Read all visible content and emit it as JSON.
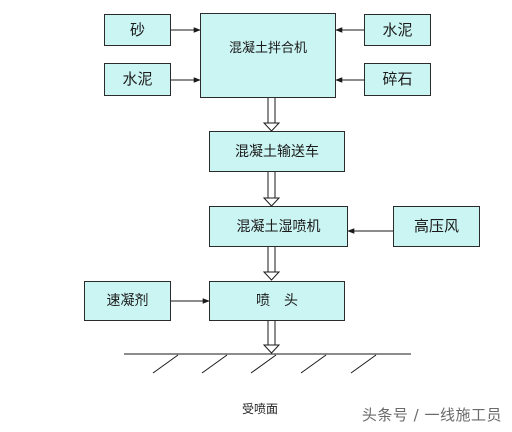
{
  "diagram": {
    "inputs": {
      "sand": "砂",
      "cement_left": "水泥",
      "cement_right": "水泥",
      "gravel": "碎石",
      "high_pressure_air": "高压风",
      "accelerator": "速凝剂"
    },
    "stages": {
      "mixer": "混凝土拌合机",
      "conveyor": "混凝土输送车",
      "wet_sprayer": "混凝土湿喷机",
      "nozzle": "喷　头"
    },
    "ground_label": "受喷面"
  },
  "watermark": "头条号 / 一线施工员"
}
